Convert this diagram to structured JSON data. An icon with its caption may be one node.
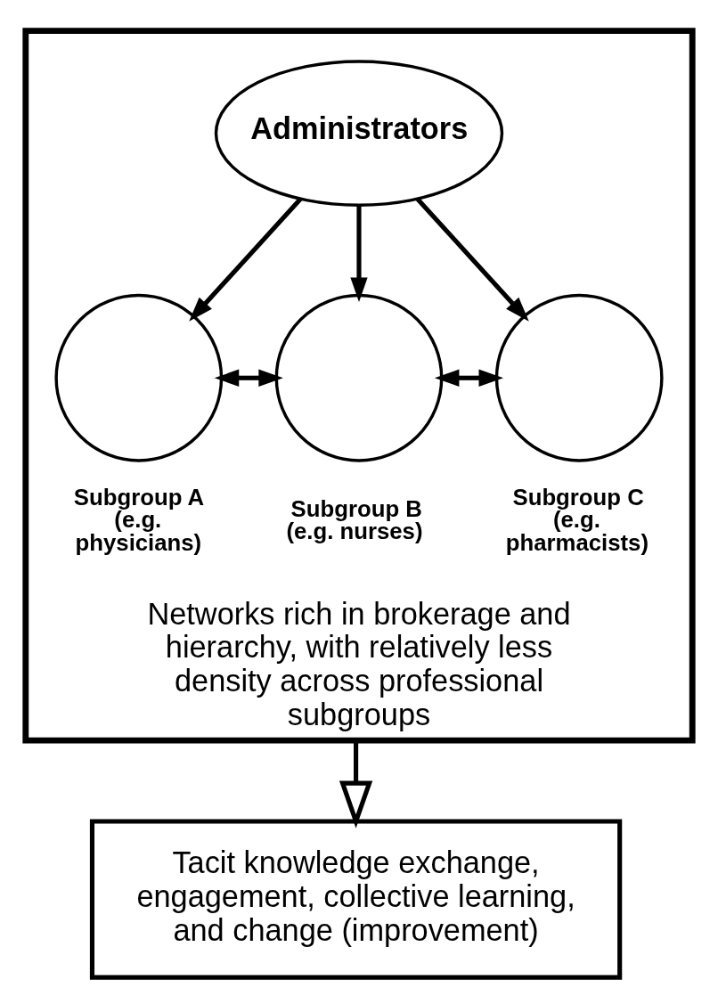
{
  "diagram": {
    "nodes": [
      {
        "text": [
          "Networks rich in brokerage and hierarchy, with relatively less density across professional subgroups"
        ]
      },
      {
        "text": [
          "Administrators"
        ],
        "in": 0
      },
      {
        "text": [],
        "shape": "circle",
        "in": 0,
        "beside": [
          "Subgroup A (e.g. physicians)"
        ]
      },
      {
        "text": [],
        "shape": "circle",
        "in": 0,
        "beside": [
          "Subgroup B (e.g. nurses)"
        ]
      },
      {
        "text": [],
        "shape": "circle",
        "in": 0,
        "beside": [
          "Subgroup C (e.g. pharmacists)"
        ]
      },
      {
        "text": [
          "Tacit knowledge exchange, engagement, collective learning, and change (improvement)"
        ]
      }
    ],
    "edges": [
      {
        "from": 1,
        "to": 2,
        "arrow": "to"
      },
      {
        "from": 1,
        "to": 3,
        "arrow": "to"
      },
      {
        "from": 1,
        "to": 4,
        "arrow": "to"
      },
      {
        "from": 2,
        "to": 3,
        "arrow": "both"
      },
      {
        "from": 3,
        "to": 4,
        "arrow": "both"
      },
      {
        "from": 0,
        "to": 5,
        "arrow": "to"
      }
    ]
  }
}
